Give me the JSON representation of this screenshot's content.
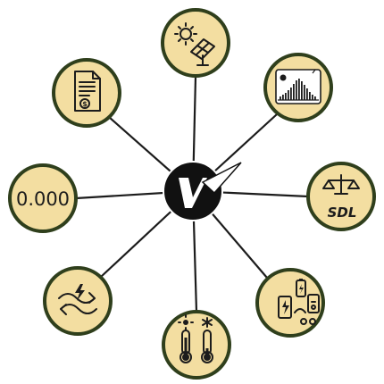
{
  "hub": {
    "logo_letter": "V",
    "logo_icon": "v-logo-icon"
  },
  "nodes": {
    "readout": {
      "icon": "digital-readout-icon",
      "text": "0.000"
    },
    "sdl": {
      "icon": "balance-scale-icon",
      "text": "SDL"
    },
    "solar": {
      "icon": "sun-solar-panel-icon"
    },
    "chart": {
      "icon": "histogram-chart-icon"
    },
    "billing": {
      "icon": "invoice-dollar-icon"
    },
    "transfer": {
      "icon": "energy-exchange-arrows-icon"
    },
    "temperature": {
      "icon": "thermometer-hot-cold-icon"
    },
    "ev_charging": {
      "icon": "ev-charger-battery-icon"
    }
  },
  "colors": {
    "node_fill": "#f3dea1",
    "node_stroke": "#2f3f1c",
    "hub_fill": "#111111",
    "line": "#1c1c1c"
  }
}
